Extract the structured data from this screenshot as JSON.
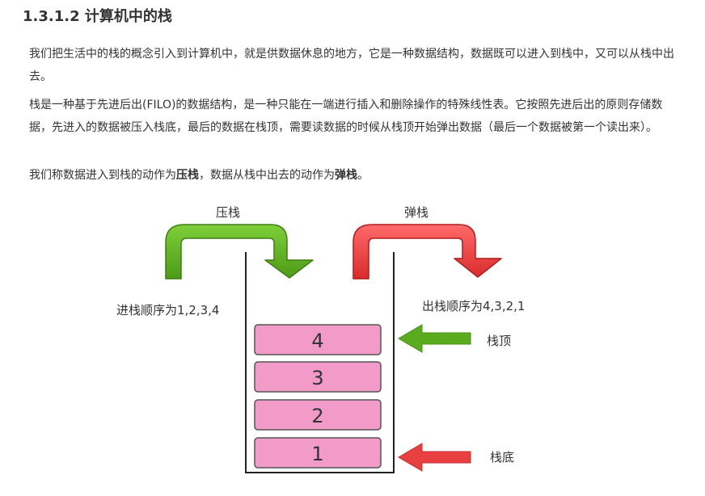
{
  "section": {
    "heading": "1.3.1.2 计算机中的栈"
  },
  "paragraphs": {
    "p1": "我们把生活中的栈的概念引入到计算机中，就是供数据休息的地方，它是一种数据结构，数据既可以进入到栈中，又可以从栈中出去。",
    "p2": "栈是一种基于先进后出(FILO)的数据结构，是一种只能在一端进行插入和删除操作的特殊线性表。它按照先进后出的原则存储数据，先进入的数据被压入栈底，最后的数据在栈顶，需要读数据的时候从栈顶开始弹出数据（最后一个数据被第一个读出来）。",
    "p3_prefix": "我们称数据进入到栈的动作为",
    "p3_push": "压栈",
    "p3_middle": "，数据从栈中出去的动作为",
    "p3_pop": "弹栈",
    "p3_suffix": "。"
  },
  "diagram": {
    "push_label": "压栈",
    "pop_label": "弹栈",
    "push_order": "进栈顺序为1,2,3,4",
    "pop_order": "出栈顺序为4,3,2,1",
    "top_label": "栈顶",
    "bottom_label": "栈底",
    "items": [
      "4",
      "3",
      "2",
      "1"
    ],
    "colors": {
      "push_arrow": "#5aab1e",
      "pop_arrow": "#e84040",
      "item_fill": "#f29ac8",
      "item_stroke": "#555555"
    },
    "icons": [
      "curved-arrow-push-icon",
      "curved-arrow-pop-icon",
      "arrow-left-green-icon",
      "arrow-left-red-icon"
    ]
  }
}
